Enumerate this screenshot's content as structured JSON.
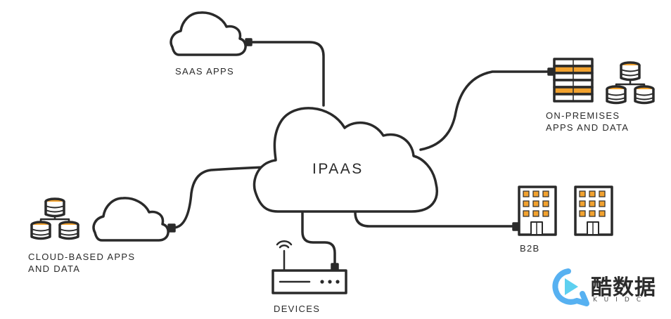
{
  "center": {
    "label": "IPAAS"
  },
  "nodes": {
    "saas": {
      "label": "SAAS APPS"
    },
    "onprem": {
      "line1": "ON-PREMISES",
      "line2": "APPS AND DATA"
    },
    "cloud_based": {
      "line1": "CLOUD-BASED APPS",
      "line2": "AND DATA"
    },
    "b2b": {
      "label": "B2B"
    },
    "devices": {
      "label": "DEVICES"
    }
  },
  "watermark": {
    "cn": "酷数据",
    "en": "KUIDC"
  },
  "colors": {
    "stroke": "#2a2a2a",
    "accent": "#f2a22f",
    "brand_blue": "#3aa3ee",
    "brand_cyan": "#5dd0f0"
  }
}
